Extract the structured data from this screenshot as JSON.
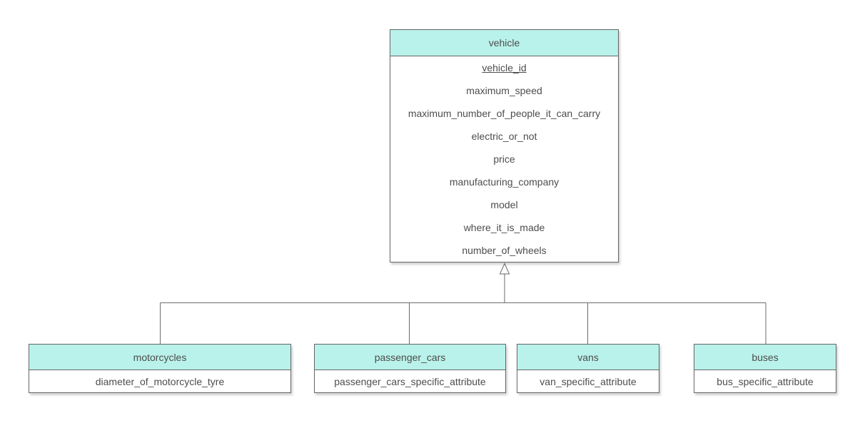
{
  "colors": {
    "entity_header_fill": "#b9f2ea",
    "entity_border": "#666666",
    "text": "#4d4d4d",
    "connector": "#6b6b6b",
    "background": "#ffffff"
  },
  "entities": {
    "vehicle": {
      "title": "vehicle",
      "primary_key": "vehicle_id",
      "fields": [
        "vehicle_id",
        "maximum_speed",
        "maximum_number_of_people_it_can_carry",
        "electric_or_not",
        "price",
        "manufacturing_company",
        "model",
        "where_it_is_made",
        "number_of_wheels"
      ]
    },
    "motorcycles": {
      "title": "motorcycles",
      "fields": [
        "diameter_of_motorcycle_tyre"
      ]
    },
    "passenger_cars": {
      "title": "passenger_cars",
      "fields": [
        "passenger_cars_specific_attribute"
      ]
    },
    "vans": {
      "title": "vans",
      "fields": [
        "van_specific_attribute"
      ]
    },
    "buses": {
      "title": "buses",
      "fields": [
        "bus_specific_attribute"
      ]
    }
  }
}
